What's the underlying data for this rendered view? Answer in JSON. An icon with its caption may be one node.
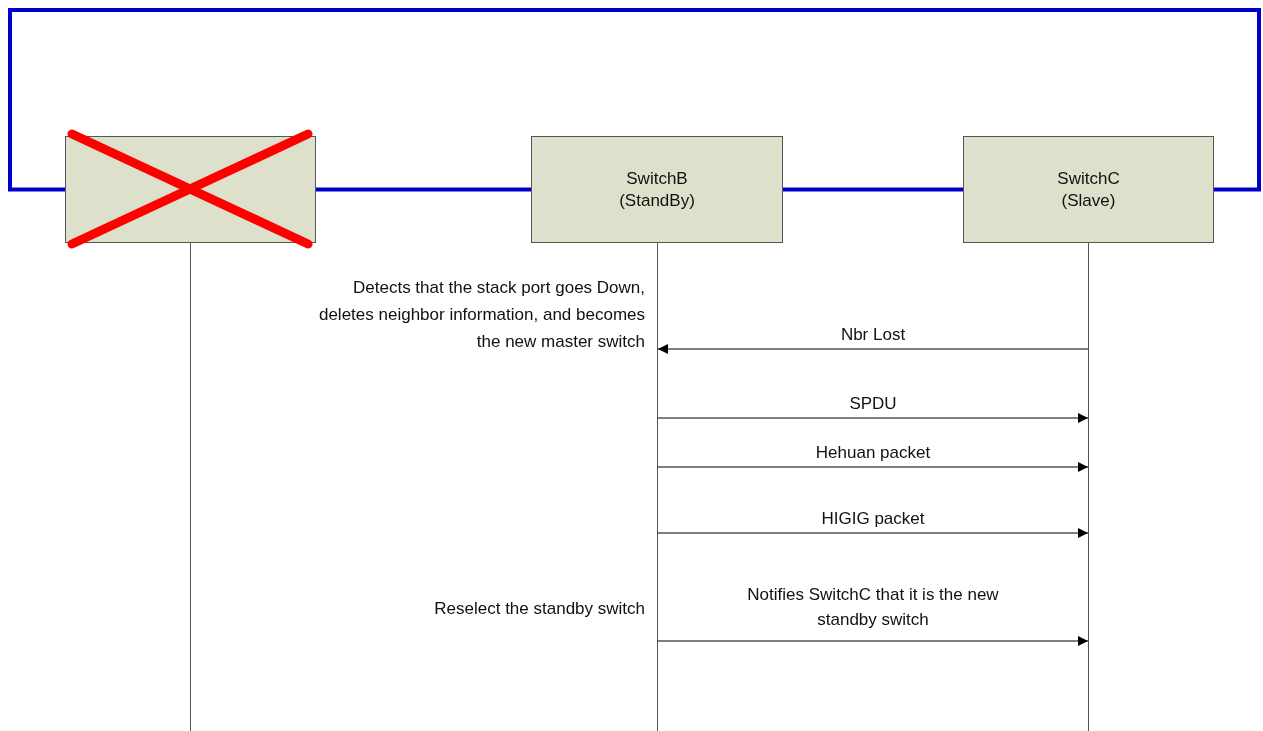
{
  "diagram": {
    "nodes": [
      {
        "text": [],
        "shape": "box"
      },
      {
        "text": [
          "SwitchB (StandBy)"
        ]
      },
      {
        "text": [
          "SwitchC (Slave)"
        ]
      },
      {
        "text": [],
        "shape": "line"
      },
      {
        "text": [],
        "shape": "line"
      },
      {
        "text": [],
        "shape": "line"
      }
    ],
    "edges": [
      {
        "from": 0,
        "to": 1,
        "arrow": "none",
        "style": "thick",
        "color": "#0000cc"
      },
      {
        "from": 1,
        "to": 2,
        "arrow": "none",
        "style": "thick",
        "color": "#0000cc"
      },
      {
        "from": 2,
        "to": 0,
        "arrow": "none",
        "style": "thick",
        "color": "#0000cc"
      },
      {
        "from": 5,
        "to": 4,
        "arrow": "to",
        "label": "Nbr Lost"
      },
      {
        "from": 4,
        "to": 5,
        "arrow": "to",
        "label": "SPDU"
      },
      {
        "from": 4,
        "to": 5,
        "arrow": "to",
        "label": "Hehuan packet"
      },
      {
        "from": 4,
        "to": 5,
        "arrow": "to",
        "label": "HIGIG packet"
      },
      {
        "from": 4,
        "to": 5,
        "arrow": "to",
        "label": "Notifies SwitchC that it is the new standby switch"
      }
    ],
    "labels": [
      "Detects that the stack port goes Down, deletes neighbor information, and becomes the new master switch",
      "Reselect the standby switch"
    ]
  }
}
